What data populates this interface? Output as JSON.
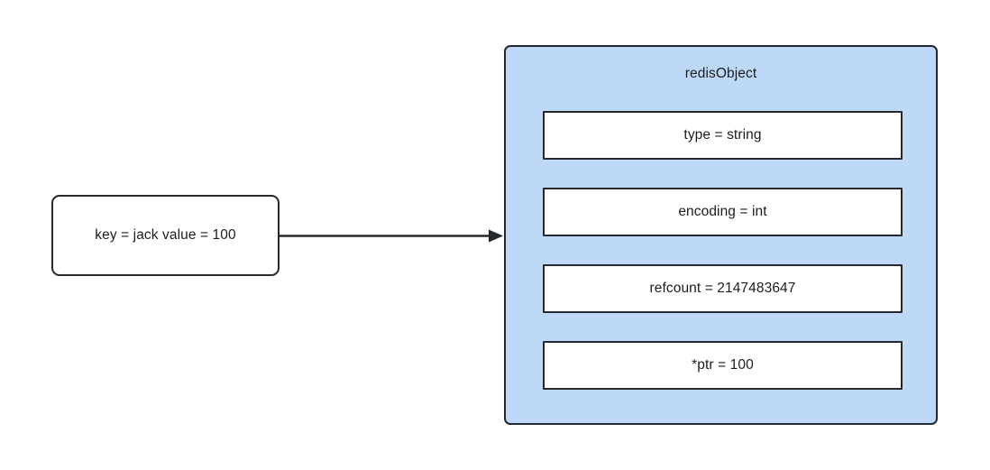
{
  "diagram": {
    "background_color": "#ffffff",
    "stroke_color": "#25282c",
    "panel_fill_color": "#bdd9f7",
    "box_fill_color": "#ffffff",
    "text_color": "#1b1d20"
  },
  "key_node": {
    "label": "key = jack value = 100"
  },
  "connector": {
    "name": "arrow-key-to-redisobject",
    "style": "solid-line-with-filled-arrowhead",
    "direction": "left-to-right"
  },
  "redis_object": {
    "title": "redisObject",
    "fields": [
      {
        "label": "type = string"
      },
      {
        "label": "encoding = int"
      },
      {
        "label": "refcount = 2147483647"
      },
      {
        "label": "*ptr = 100"
      }
    ]
  }
}
